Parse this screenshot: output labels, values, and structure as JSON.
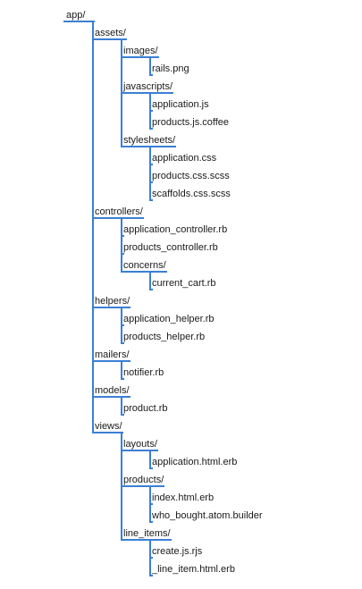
{
  "tree": {
    "label": "app/",
    "children": [
      {
        "label": "assets/",
        "children": [
          {
            "label": "images/",
            "children": [
              {
                "label": "rails.png"
              }
            ]
          },
          {
            "label": "javascripts/",
            "children": [
              {
                "label": "application.js"
              },
              {
                "label": "products.js.coffee"
              }
            ]
          },
          {
            "label": "stylesheets/",
            "children": [
              {
                "label": "application.css"
              },
              {
                "label": "products.css.scss"
              },
              {
                "label": "scaffolds.css.scss"
              }
            ]
          }
        ]
      },
      {
        "label": "controllers/",
        "children": [
          {
            "label": "application_controller.rb"
          },
          {
            "label": "products_controller.rb"
          },
          {
            "label": "concerns/",
            "children": [
              {
                "label": "current_cart.rb"
              }
            ]
          }
        ]
      },
      {
        "label": "helpers/",
        "children": [
          {
            "label": "application_helper.rb"
          },
          {
            "label": "products_helper.rb"
          }
        ]
      },
      {
        "label": "mailers/",
        "children": [
          {
            "label": "notifier.rb"
          }
        ]
      },
      {
        "label": "models/",
        "children": [
          {
            "label": "product.rb"
          }
        ]
      },
      {
        "label": "views/",
        "children": [
          {
            "label": "layouts/",
            "children": [
              {
                "label": "application.html.erb"
              }
            ]
          },
          {
            "label": "products/",
            "children": [
              {
                "label": "index.html.erb"
              },
              {
                "label": "who_bought.atom.builder"
              }
            ]
          },
          {
            "label": "line_items/",
            "children": [
              {
                "label": "create.js.rjs"
              },
              {
                "label": "_line_item.html.erb"
              }
            ]
          }
        ]
      }
    ]
  }
}
